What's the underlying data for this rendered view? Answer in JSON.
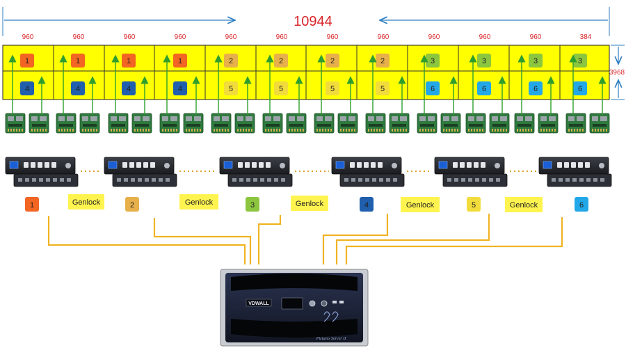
{
  "title": {
    "total_width": "10944",
    "total_height": "3968"
  },
  "columns": [
    "960",
    "960",
    "960",
    "960",
    "960",
    "960",
    "960",
    "960",
    "960",
    "960",
    "960",
    "384"
  ],
  "wall": {
    "top_row": [
      "1",
      "1",
      "1",
      "1",
      "2",
      "2",
      "2",
      "2",
      "3",
      "3",
      "3",
      "3"
    ],
    "bottom_row": [
      "4",
      "4",
      "4",
      "4",
      "5",
      "5",
      "5",
      "5",
      "6",
      "6",
      "6",
      "6"
    ]
  },
  "controllers": [
    "1",
    "2",
    "3",
    "4",
    "5",
    "6"
  ],
  "genlock_label": "Genlock",
  "server": {
    "brand": "VDWALL",
    "model": "Pictures Server II"
  },
  "colors": {
    "wall_fill": "#ffff00",
    "group_1": "#f26522",
    "group_2": "#e7b04b",
    "group_3": "#8cc63f",
    "group_4": "#1f5fad",
    "group_5": "#f2dc3c",
    "group_6": "#22a8e8",
    "arrow_green": "#2e9e2e",
    "cable_orange": "#f0b323",
    "dimension_blue": "#2f7fc1",
    "dimension_red": "#d9262a"
  },
  "icons": {
    "receiver_card": "receiver-card-icon",
    "video_processor": "video-processor-icon",
    "media_server": "media-server-icon"
  }
}
